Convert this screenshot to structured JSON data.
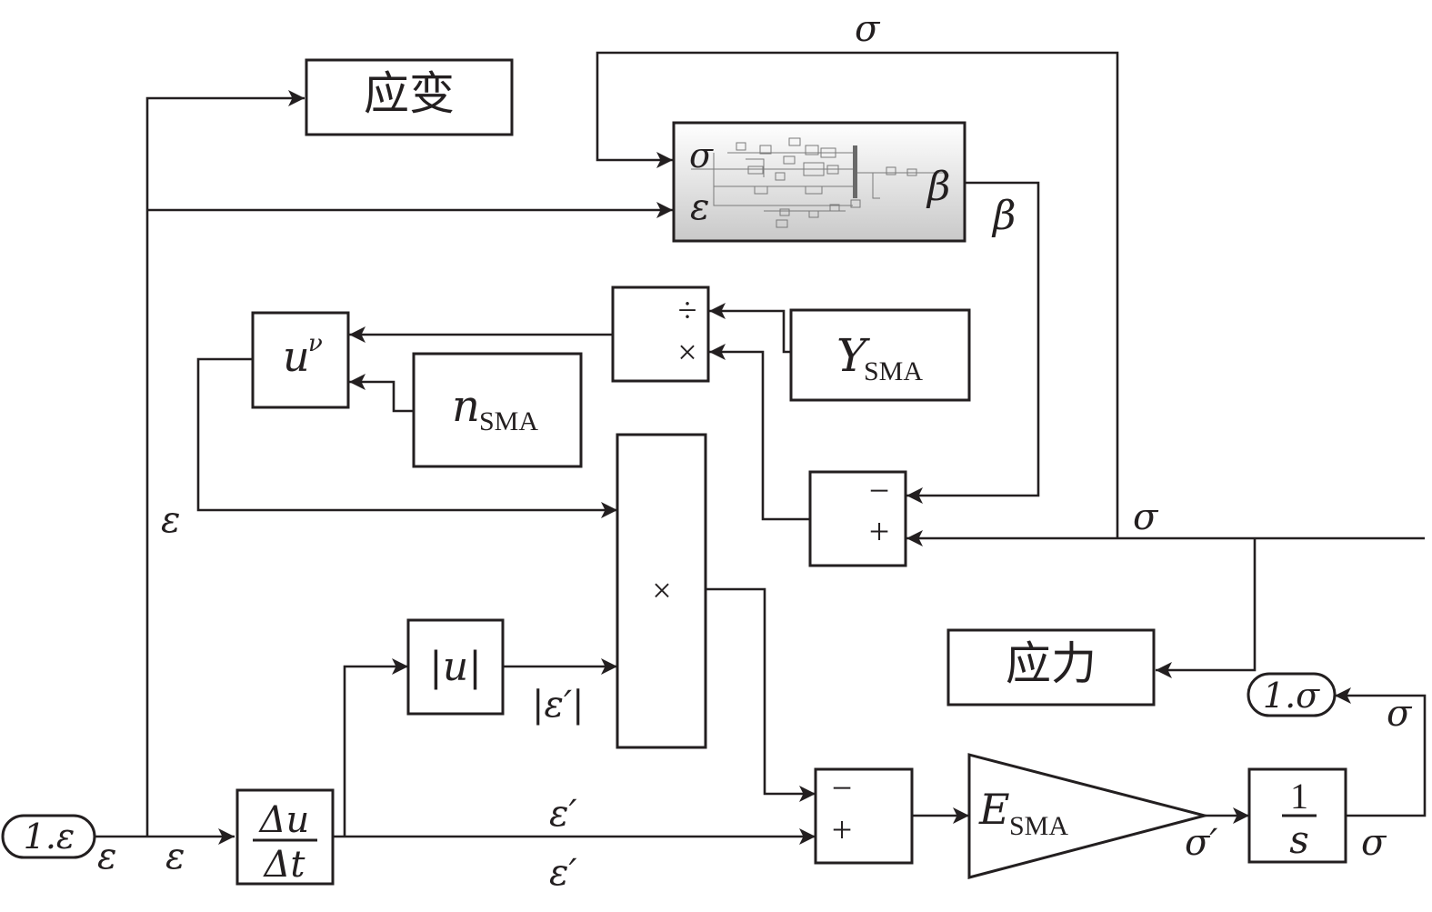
{
  "labels": {
    "strain_scope": "应变",
    "stress_scope": "应力",
    "sigma": "σ",
    "epsilon": "ε",
    "beta": "β",
    "u": "u",
    "nu": "ν",
    "n": "n",
    "Y": "Y",
    "E": "E",
    "SMA": "SMA",
    "divide": "÷",
    "times": "×",
    "minus": "−",
    "plus": "+",
    "delta_u": "Δu",
    "delta_t": "Δt",
    "abs_u": "|u|",
    "abs_eps_prime": "|ε′|",
    "eps_prime": "ε′",
    "sigma_prime": "σ′",
    "one": "1",
    "s": "s",
    "in_port": "1.ε",
    "out_port": "1.σ"
  }
}
